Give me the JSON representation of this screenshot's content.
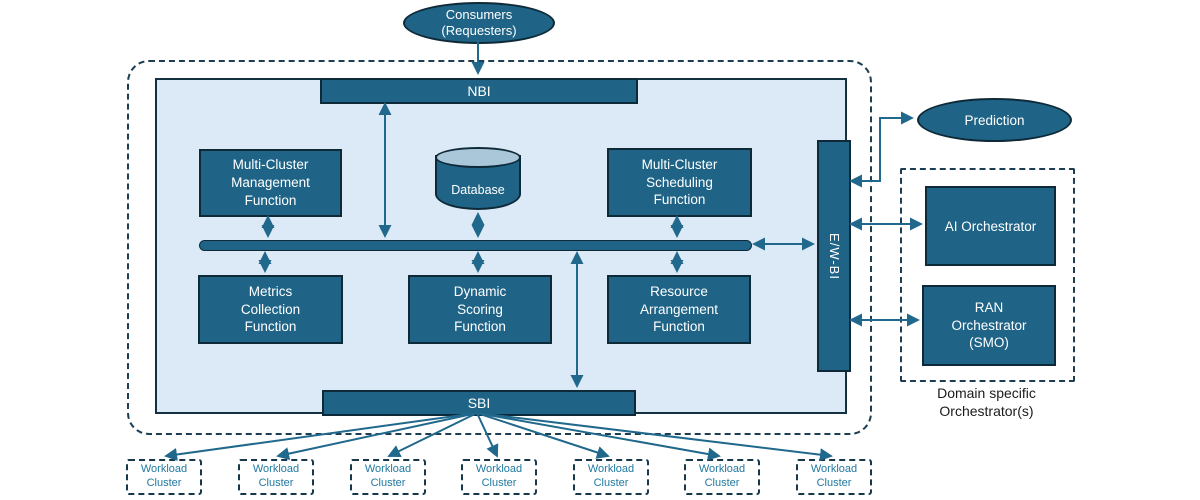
{
  "external": {
    "consumers_label": "Consumers\n(Requesters)",
    "prediction_label": "Prediction"
  },
  "interfaces": {
    "nbi_label": "NBI",
    "sbi_label": "SBI",
    "ewbi_label": "E/W-BI"
  },
  "functions": {
    "multi_cluster_management": "Multi-Cluster\nManagement\nFunction",
    "database": "Database",
    "multi_cluster_scheduling": "Multi-Cluster\nScheduling\nFunction",
    "metrics_collection": "Metrics\nCollection\nFunction",
    "dynamic_scoring": "Dynamic\nScoring\nFunction",
    "resource_arrangement": "Resource\nArrangement\nFunction"
  },
  "orchestrators": {
    "ai_label": "AI Orchestrator",
    "ran_label": "RAN\nOrchestrator\n(SMO)",
    "group_label": "Domain specific\nOrchestrator(s)"
  },
  "workload_clusters": [
    "Workload\nCluster",
    "Workload\nCluster",
    "Workload\nCluster",
    "Workload\nCluster",
    "Workload\nCluster",
    "Workload\nCluster",
    "Workload\nCluster"
  ],
  "colors": {
    "box_fill": "#1f6487",
    "box_border": "#0e2a38",
    "panel_fill": "#dce9f6",
    "arrow": "#20688c",
    "dashed_border": "#1d3e52",
    "cylinder_top": "#a9c7d9",
    "workload_text": "#2079a0"
  }
}
